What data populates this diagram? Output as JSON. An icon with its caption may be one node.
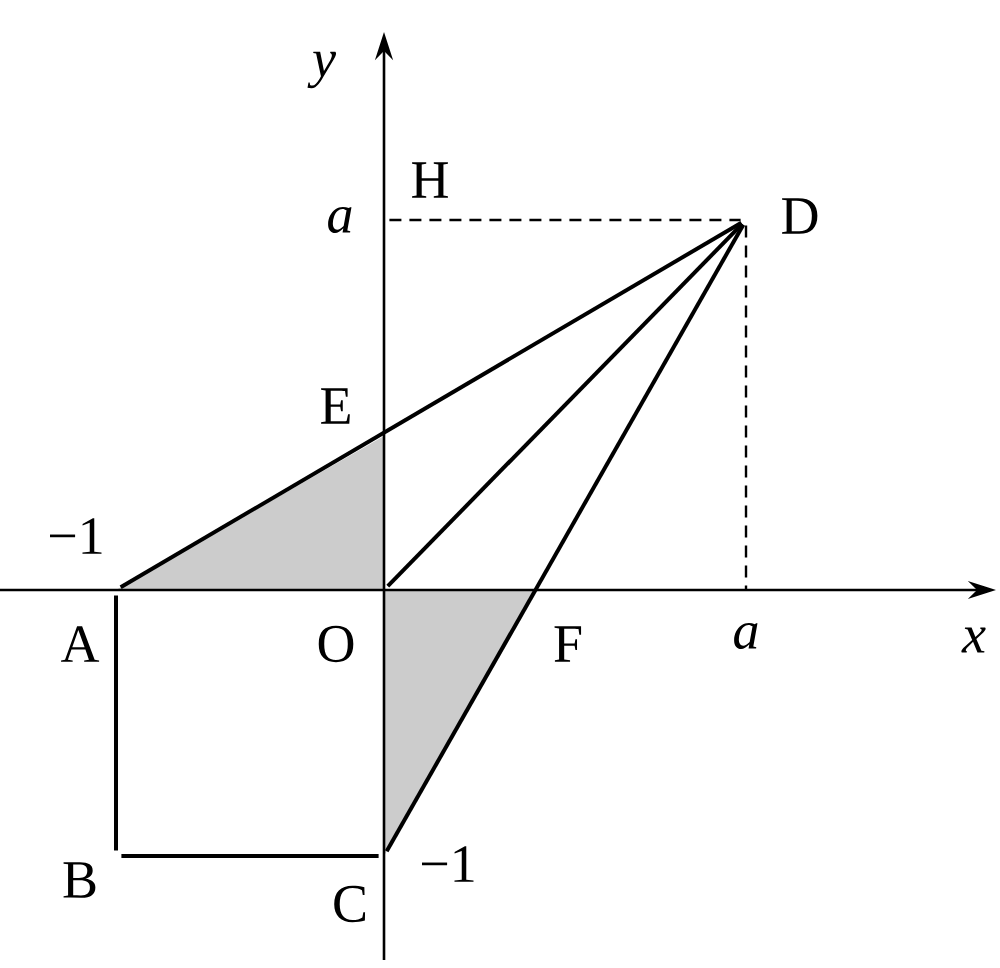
{
  "diagram": {
    "nodes": [
      {
        "text": [
          "A"
        ]
      },
      {
        "text": [
          "B"
        ]
      },
      {
        "text": [
          "C"
        ]
      },
      {
        "text": [
          "D"
        ]
      },
      {
        "text": [
          "E"
        ]
      },
      {
        "text": [
          "F"
        ]
      },
      {
        "text": [
          "O"
        ]
      },
      {
        "text": [
          "H"
        ]
      }
    ],
    "edges": [
      {
        "from": 0,
        "to": 1,
        "arrow": "none"
      },
      {
        "from": 1,
        "to": 2,
        "arrow": "none"
      },
      {
        "from": 0,
        "to": 3,
        "arrow": "none"
      },
      {
        "from": 2,
        "to": 3,
        "arrow": "none"
      },
      {
        "from": 6,
        "to": 3,
        "arrow": "none"
      },
      {
        "from": 7,
        "to": 3,
        "arrow": "none",
        "style": "dashed"
      },
      {
        "from": 3,
        "to": null,
        "arrow": "none",
        "style": "dashed"
      }
    ],
    "labels": [
      "y",
      "a",
      "−1",
      "a",
      "x",
      "−1"
    ]
  }
}
